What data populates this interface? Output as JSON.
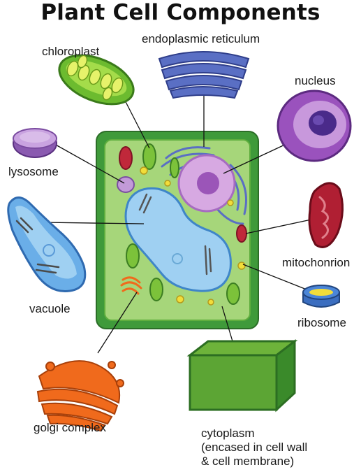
{
  "title": "Plant Cell Components",
  "labels": {
    "chloroplast": "chloroplast",
    "endoplasmic_reticulum": "endoplasmic reticulum",
    "nucleus": "nucleus",
    "lysosome": "lysosome",
    "mitochondrion": "mitochonrion",
    "vacuole": "vacuole",
    "ribosome": "ribosome",
    "golgi_complex": "golgi complex",
    "cytoplasm_line1": "cytoplasm",
    "cytoplasm_line2": "(encased in cell wall",
    "cytoplasm_line3": "& cell membrane)"
  },
  "colors": {
    "cell_wall": "#3f9a3a",
    "cytoplasm": "#a6d67a",
    "vacuole": "#9fd0f2",
    "nucleus": "#c58bd6",
    "nucleolus": "#8a3fa8",
    "er": "#5a6fc4",
    "chloroplast": "#7cc23a",
    "mitochondrion": "#c0283a",
    "golgi": "#f06a1c",
    "ribosome": "#f2dd3a",
    "lysosome": "#a076c4"
  }
}
